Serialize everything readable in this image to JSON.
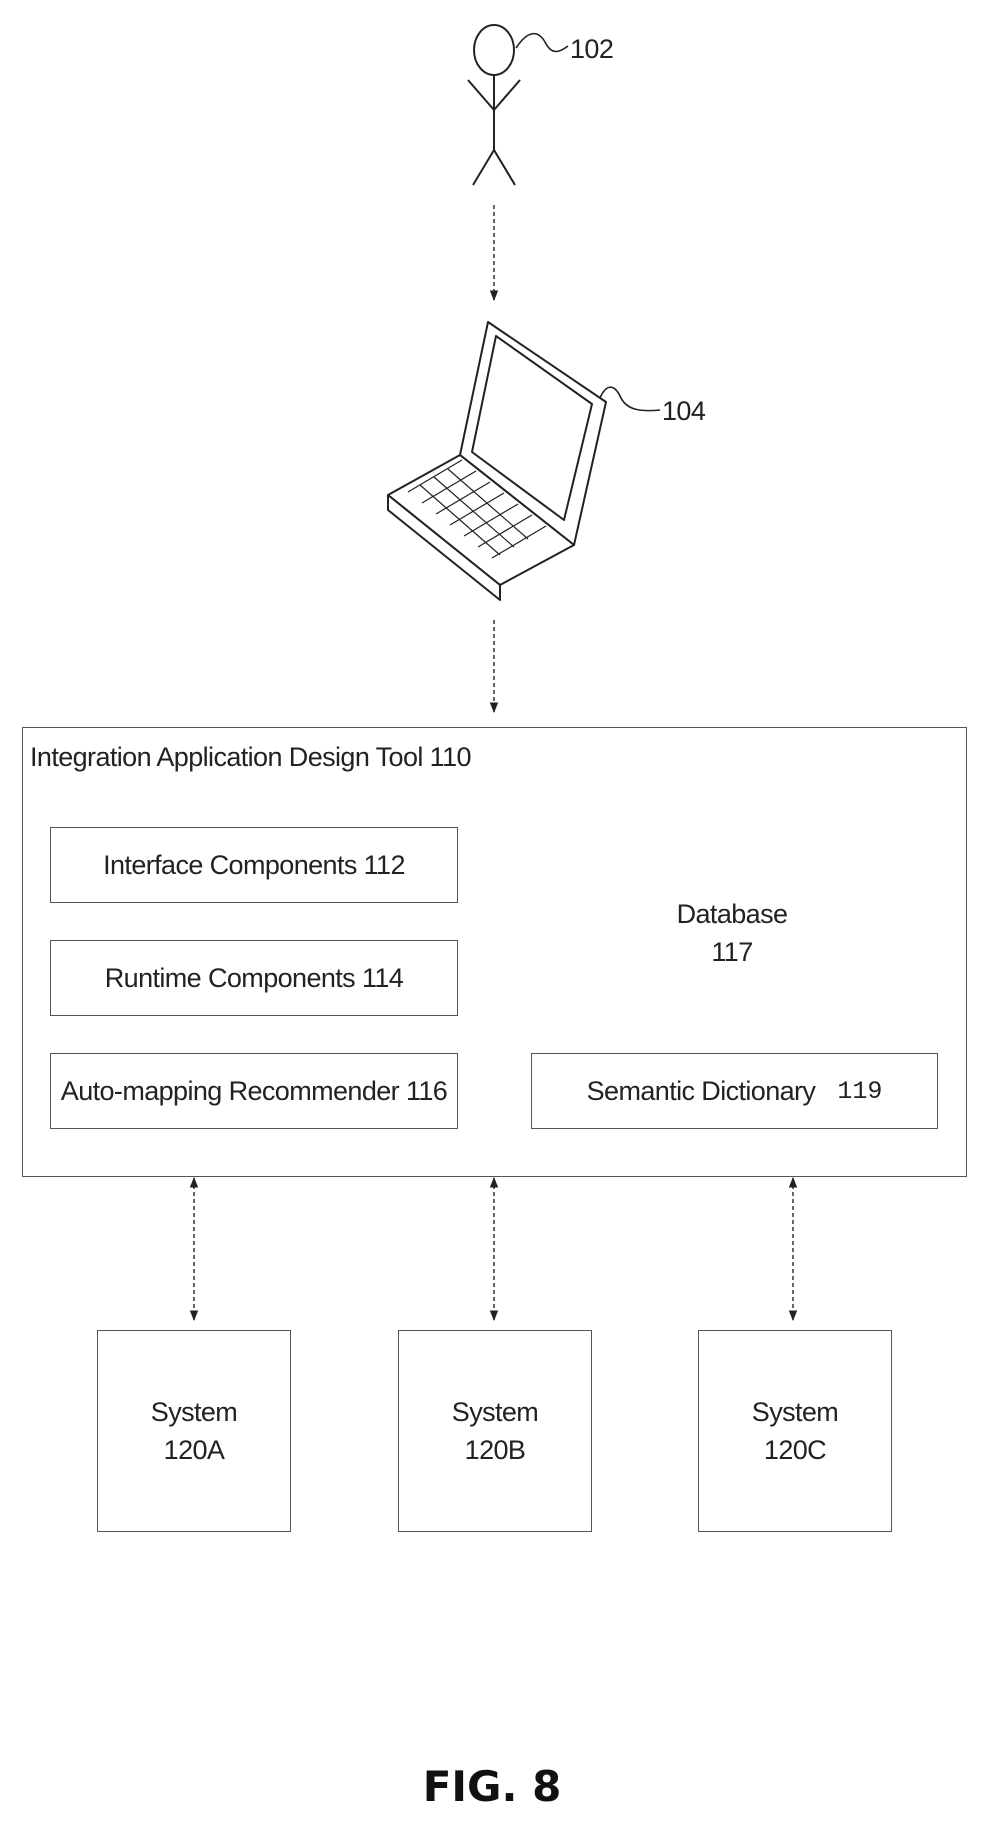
{
  "diagram": {
    "user": {
      "ref": "102"
    },
    "laptop": {
      "ref": "104"
    },
    "tool": {
      "title": "Integration Application Design Tool 110",
      "components": [
        {
          "label": "Interface Components 112"
        },
        {
          "label": "Runtime Components 114"
        },
        {
          "label": "Auto-mapping Recommender 116"
        }
      ],
      "database": {
        "line1": "Database",
        "line2": "117"
      },
      "semantic_dictionary": {
        "label": "Semantic Dictionary",
        "ref": "119"
      }
    },
    "systems": [
      {
        "line1": "System",
        "line2": "120A"
      },
      {
        "line1": "System",
        "line2": "120B"
      },
      {
        "line1": "System",
        "line2": "120C"
      }
    ]
  },
  "figure_label": "FIG. 8"
}
